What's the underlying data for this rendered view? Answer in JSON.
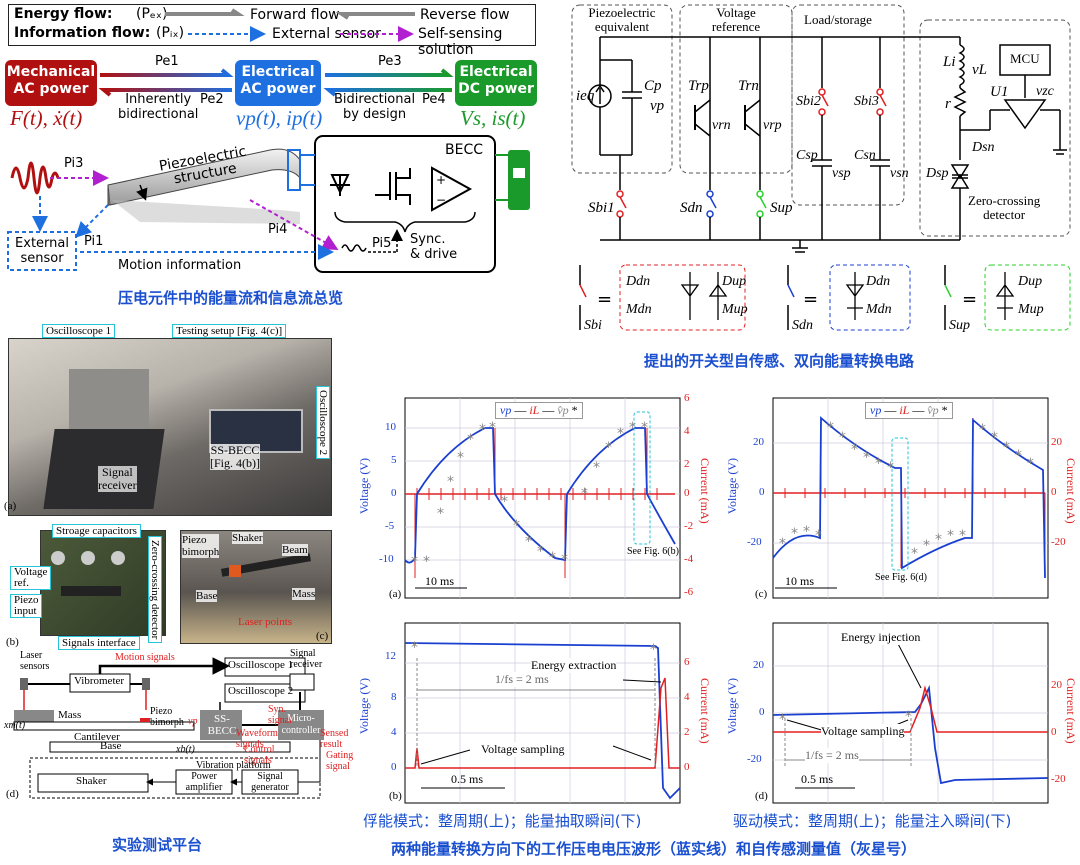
{
  "top_left": {
    "legend": {
      "energy_flow": "Energy flow:",
      "energy_sym": "(Pₑₓ)",
      "forward": "Forward flow",
      "reverse": "Reverse flow",
      "info_flow": "Information flow:",
      "info_sym": "(Pᵢₓ)",
      "external": "External sensor",
      "self": "Self-sensing solution"
    },
    "boxes": {
      "mech": [
        "Mechanical",
        "AC power"
      ],
      "elec_ac": [
        "Electrical",
        "AC power"
      ],
      "elec_dc": [
        "Electrical",
        "DC power"
      ]
    },
    "flows": {
      "pe1": "Pe1",
      "pe2": "Pe2",
      "pe3": "Pe3",
      "pe4": "Pe4",
      "inherent": [
        "Inherently",
        "bidirectional"
      ],
      "bidir": [
        "Bidirectional",
        "by design"
      ]
    },
    "math": {
      "mech": "F(t), ẋ(t)",
      "ac": "vp(t), ip(t)",
      "dc": "Vs, is(t)"
    },
    "lower": {
      "pi3": "Pi3",
      "pi1": "Pi1",
      "pi4": "Pi4",
      "pi5": "Pi5",
      "piezo": [
        "Piezoelectric",
        "structure"
      ],
      "becc": "BECC",
      "sync": [
        "Sync.",
        "& drive"
      ],
      "ext_sensor": [
        "External",
        "sensor"
      ],
      "motion": "Motion information"
    },
    "caption": "压电元件中的能量流和信息流总览"
  },
  "top_right": {
    "groups": {
      "piezo_eq": [
        "Piezoelectric",
        "equivalent"
      ],
      "vref": [
        "Voltage",
        "reference"
      ],
      "load": "Load/storage",
      "mcu": "MCU",
      "zcd": [
        "Zero-crossing",
        "detector"
      ]
    },
    "components": {
      "ieq": "ieq",
      "cp": "Cp",
      "vp": "vp",
      "trp": "Trp",
      "trn": "Trn",
      "vrn": "vrn",
      "vrp": "vrp",
      "sbi2": "Sbi2",
      "sbi3": "Sbi3",
      "csp": "Csp",
      "csn": "Csn",
      "vsp": "vsp",
      "vsn": "vsn",
      "li": "Li",
      "vl": "vL",
      "r": "r",
      "u1": "U1",
      "vzc": "vzc",
      "dsp": "Dsp",
      "dsn": "Dsn",
      "sbi1": "Sbi1",
      "sdn": "Sdn",
      "sup": "Sup"
    },
    "legend": {
      "sbi": "Sbi",
      "sdn": "Sdn",
      "sup": "Sup",
      "ddn": "Ddn",
      "dup": "Dup",
      "mdn": "Mdn",
      "mup": "Mup"
    },
    "caption": "提出的开关型自传感、双向能量转换电路"
  },
  "bottom_left": {
    "photo_a": {
      "osc1": "Oscilloscope 1",
      "testing": "Testing setup [Fig. 4(c)]",
      "osc2": "Oscilloscope 2",
      "receiver": [
        "Signal",
        "receiver"
      ],
      "ssbecc": [
        "SS-BECC",
        "[Fig. 4(b)]"
      ],
      "tag": "(a)"
    },
    "photo_b": {
      "storage": "Stroage capacitors",
      "vref": [
        "Voltage",
        "ref."
      ],
      "piezo_in": [
        "Piezo",
        "input"
      ],
      "zcd": "Zero-crossing detector",
      "signals": "Signals interface",
      "tag": "(b)"
    },
    "photo_c": {
      "piezo": [
        "Piezo",
        "bimorph"
      ],
      "shaker": "Shaker",
      "beam": "Beam",
      "base": "Base",
      "mass": "Mass",
      "laser": "Laser points",
      "tag": "(c)"
    },
    "diagram_d": {
      "laser": [
        "Laser",
        "sensors"
      ],
      "vibrometer": "Vibrometer",
      "motion": "Motion signals",
      "osc1": "Oscilloscope 1",
      "osc2": "Oscilloscope 2",
      "receiver": [
        "Signal",
        "receiver"
      ],
      "syn": [
        "Syn.",
        "signal"
      ],
      "waveform": [
        "Waveform",
        "signals"
      ],
      "sensed": [
        "Sensed",
        "result"
      ],
      "control": [
        "Control",
        "signals"
      ],
      "mass": "Mass",
      "piezo": [
        "Piezo",
        "bimorph"
      ],
      "xm": "xm(t)",
      "xb": "xb(t)",
      "cantilever": "Cantilever",
      "base": "Base",
      "ssbecc": [
        "SS-",
        "BECC"
      ],
      "micro": [
        "Micro-",
        "controller"
      ],
      "vp": "vp",
      "vib": "Vibration platform",
      "gating": [
        "Gating",
        "signal"
      ],
      "shaker": "Shaker",
      "amp": [
        "Power",
        "amplifier"
      ],
      "gen": [
        "Signal",
        "generator"
      ],
      "tag": "(d)"
    },
    "caption": "实验测试平台"
  },
  "plots": {
    "legend": {
      "vp": "vp",
      "il": "iL",
      "vhat": "v̂p"
    },
    "ylabel_v": "Voltage (V)",
    "ylabel_i": "Current (mA)",
    "a": {
      "tag": "(a)",
      "scale": "10 ms",
      "note": "See Fig. 6(b)",
      "yticks_v": [
        "10",
        "5",
        "0",
        "-5",
        "-10"
      ],
      "yticks_i": [
        "6",
        "4",
        "2",
        "0",
        "-2",
        "-4",
        "-6"
      ]
    },
    "b": {
      "tag": "(b)",
      "scale": "0.5 ms",
      "period": "1/fs = 2 ms",
      "extraction": "Energy extraction",
      "sampling": "Voltage sampling",
      "yticks_v": [
        "12",
        "8",
        "4",
        "0"
      ],
      "yticks_i": [
        "6",
        "4",
        "2",
        "0"
      ]
    },
    "c": {
      "tag": "(c)",
      "scale": "10 ms",
      "note": "See Fig. 6(d)",
      "yticks_v": [
        "20",
        "0",
        "-20"
      ],
      "yticks_i": [
        "20",
        "0",
        "-20"
      ]
    },
    "d": {
      "tag": "(d)",
      "scale": "0.5 ms",
      "period": "1/fs = 2 ms",
      "injection": "Energy injection",
      "sampling": "Voltage sampling",
      "yticks_v": [
        "20",
        "0",
        "-20"
      ],
      "yticks_i": [
        "20",
        "0",
        "-20"
      ]
    },
    "caption_left": "俘能模式：整周期(上)；能量抽取瞬间(下)",
    "caption_right": "驱动模式：整周期(上)；能量注入瞬间(下)",
    "caption_main": "两种能量转换方向下的工作压电电压波形（蓝实线）和自传感测量值（灰星号）"
  }
}
